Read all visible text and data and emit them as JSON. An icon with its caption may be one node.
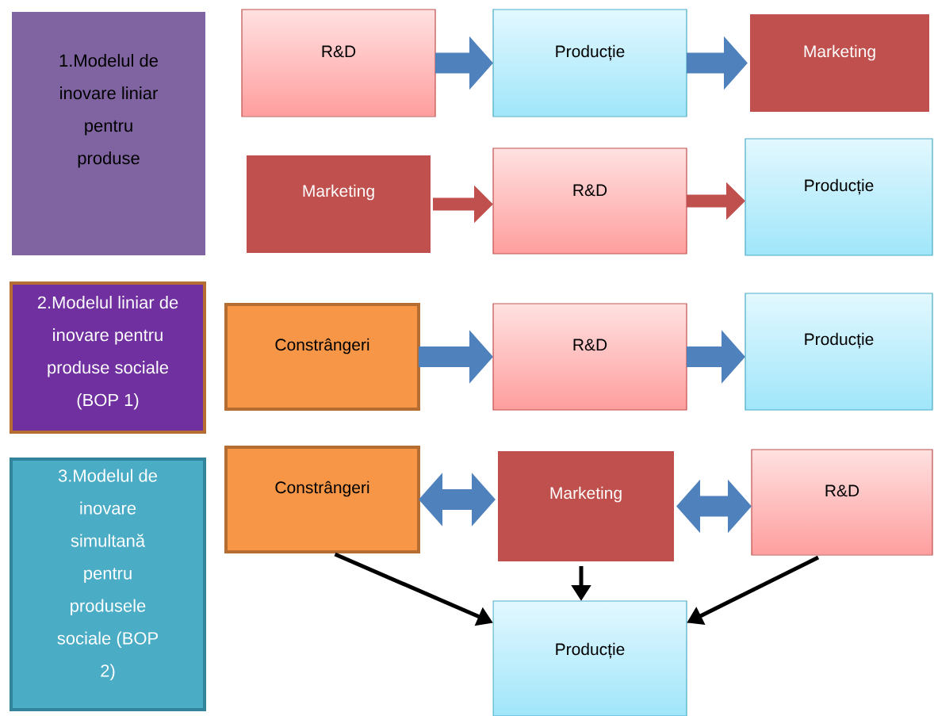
{
  "diagram": {
    "nodes": [
      {
        "text": [
          "1.Modelul de inovare liniar pentru produse"
        ]
      },
      {
        "text": [
          "R&D"
        ]
      },
      {
        "text": [
          "Producție"
        ]
      },
      {
        "text": [
          "Marketing"
        ]
      },
      {
        "text": [
          "Marketing"
        ]
      },
      {
        "text": [
          "R&D"
        ]
      },
      {
        "text": [
          "Producție"
        ]
      },
      {
        "text": [
          "2.Modelul liniar de inovare pentru produse sociale (BOP 1)"
        ]
      },
      {
        "text": [
          "Constrângeri"
        ]
      },
      {
        "text": [
          "R&D"
        ]
      },
      {
        "text": [
          "Producție"
        ]
      },
      {
        "text": [
          "3.Modelul de inovare simultană pentru produsele sociale (BOP 2)"
        ]
      },
      {
        "text": [
          "Constrângeri"
        ]
      },
      {
        "text": [
          "Marketing"
        ]
      },
      {
        "text": [
          "R&D"
        ]
      },
      {
        "text": [
          "Producție"
        ]
      }
    ],
    "edges": [
      {
        "from": 1,
        "to": 2,
        "arrow": "to"
      },
      {
        "from": 2,
        "to": 3,
        "arrow": "to"
      },
      {
        "from": 4,
        "to": 5,
        "arrow": "to",
        "color": "#c0504d"
      },
      {
        "from": 5,
        "to": 6,
        "arrow": "to",
        "color": "#c0504d"
      },
      {
        "from": 8,
        "to": 9,
        "arrow": "to"
      },
      {
        "from": 9,
        "to": 10,
        "arrow": "to"
      },
      {
        "from": 12,
        "to": 13,
        "arrow": "both"
      },
      {
        "from": 13,
        "to": 14,
        "arrow": "both"
      },
      {
        "from": 12,
        "to": 15,
        "arrow": "to",
        "color": "#000000"
      },
      {
        "from": 13,
        "to": 15,
        "arrow": "to",
        "color": "#000000"
      },
      {
        "from": 14,
        "to": 15,
        "arrow": "to",
        "color": "#000000"
      }
    ]
  }
}
